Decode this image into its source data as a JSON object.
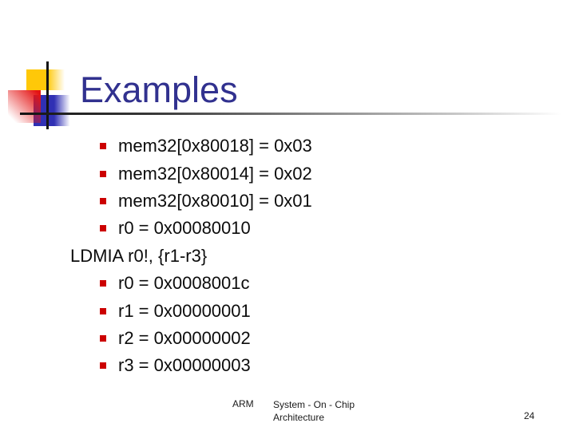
{
  "slide": {
    "title": "Examples",
    "lines": [
      {
        "text": "mem32[0x80018] = 0x03",
        "bullet": true
      },
      {
        "text": "mem32[0x80014] = 0x02",
        "bullet": true
      },
      {
        "text": "mem32[0x80010] = 0x01",
        "bullet": true
      },
      {
        "text": "r0 = 0x00080010",
        "bullet": true
      },
      {
        "text": "LDMIA r0!, {r1-r3}",
        "bullet": false
      },
      {
        "text": "r0 = 0x0008001c",
        "bullet": true
      },
      {
        "text": "r1 = 0x00000001",
        "bullet": true
      },
      {
        "text": "r2 = 0x00000002",
        "bullet": true
      },
      {
        "text": "r3 = 0x00000003",
        "bullet": true
      }
    ],
    "footer": {
      "left_label": "ARM",
      "center_line1": "System - On - Chip",
      "center_line2": "Architecture",
      "page_number": "24"
    },
    "colors": {
      "title": "#31318f",
      "bullet": "#cc0000",
      "decor_yellow": "#ffc808",
      "decor_red": "#e41414",
      "decor_blue": "#3030b4",
      "line": "#141414"
    }
  }
}
